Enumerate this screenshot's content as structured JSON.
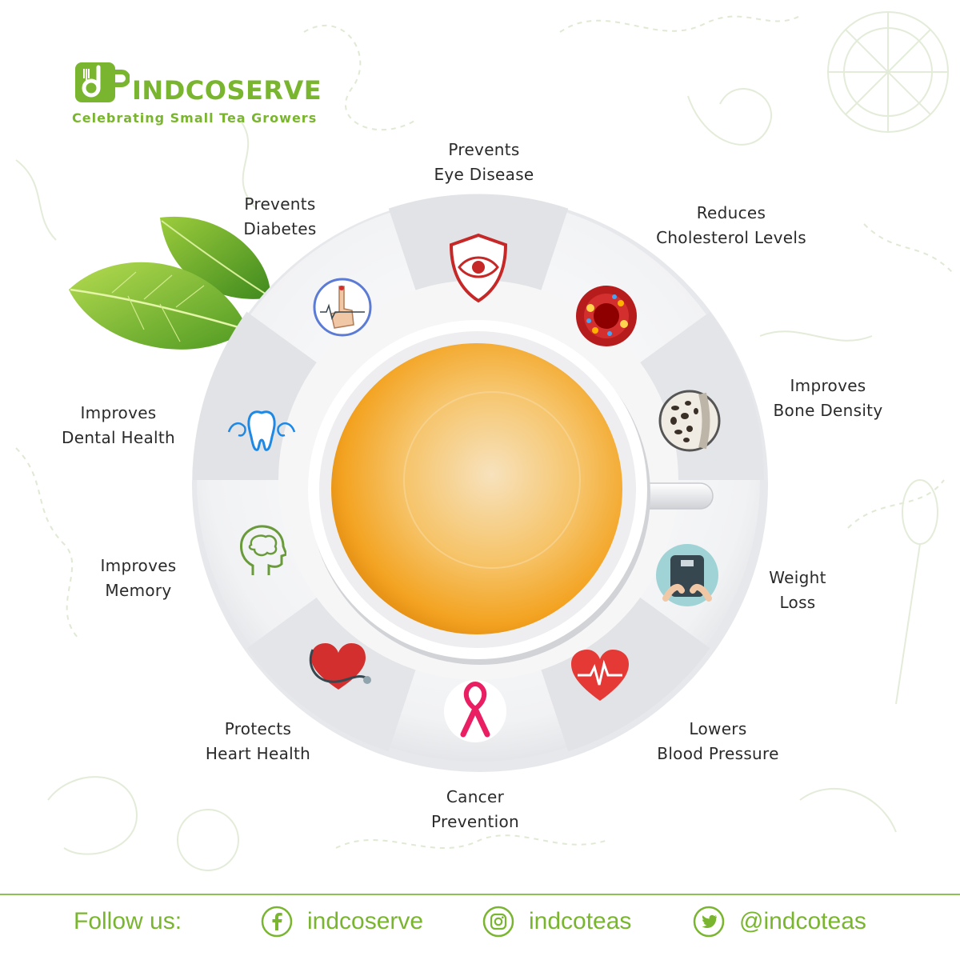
{
  "brand": {
    "name": "INDCOSERVE",
    "tagline": "Celebrating Small Tea Growers"
  },
  "benefits": {
    "eye": [
      "Prevents",
      "Eye Disease"
    ],
    "cholesterol": [
      "Reduces",
      "Cholesterol Levels"
    ],
    "bone": [
      "Improves",
      "Bone Density"
    ],
    "weight": [
      "Weight",
      "Loss"
    ],
    "blood_pressure": [
      "Lowers",
      "Blood Pressure"
    ],
    "cancer": [
      "Cancer",
      "Prevention"
    ],
    "heart": [
      "Protects",
      "Heart Health"
    ],
    "memory": [
      "Improves",
      "Memory"
    ],
    "dental": [
      "Improves",
      "Dental Health"
    ],
    "diabetes": [
      "Prevents",
      "Diabetes"
    ]
  },
  "footer": {
    "follow_label": "Follow us:",
    "facebook": "indcoserve",
    "instagram": "indcoteas",
    "twitter": "@indcoteas"
  },
  "colors": {
    "brand_green": "#7ab530",
    "tea": "#f2a01c",
    "eye_shield": "#c62828",
    "heart_red": "#e53935",
    "ribbon_pink": "#e91e63"
  },
  "icons": [
    "eye-shield-icon",
    "blood-vessel-icon",
    "bone-density-icon",
    "weighing-scale-icon",
    "heartbeat-icon",
    "pink-ribbon-icon",
    "stethoscope-heart-icon",
    "brain-head-icon",
    "strong-tooth-icon",
    "finger-glucose-icon"
  ]
}
